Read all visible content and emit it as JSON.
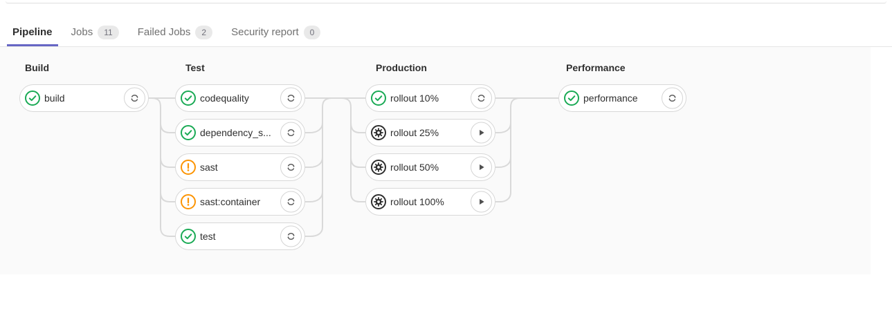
{
  "tabs": {
    "items": [
      {
        "label": "Pipeline",
        "active": true
      },
      {
        "label": "Jobs",
        "badge": "11"
      },
      {
        "label": "Failed Jobs",
        "badge": "2"
      },
      {
        "label": "Security report",
        "badge": "0"
      }
    ]
  },
  "colors": {
    "accent_indigo": "#6666c4",
    "success_green": "#1aaa55",
    "warning_orange": "#fc9403",
    "manual_dark": "#2e2e2e",
    "connector_gray": "#d9d9d9"
  },
  "pipeline": {
    "stages": [
      {
        "name": "Build",
        "jobs": [
          {
            "label": "build",
            "status": "success",
            "action": "retry"
          }
        ]
      },
      {
        "name": "Test",
        "jobs": [
          {
            "label": "codequality",
            "status": "success",
            "action": "retry"
          },
          {
            "label": "dependency_s...",
            "status": "success",
            "action": "retry"
          },
          {
            "label": "sast",
            "status": "warning",
            "action": "retry"
          },
          {
            "label": "sast:container",
            "status": "warning",
            "action": "retry"
          },
          {
            "label": "test",
            "status": "success",
            "action": "retry"
          }
        ]
      },
      {
        "name": "Production",
        "jobs": [
          {
            "label": "rollout 10%",
            "status": "success",
            "action": "retry"
          },
          {
            "label": "rollout 25%",
            "status": "manual",
            "action": "play"
          },
          {
            "label": "rollout 50%",
            "status": "manual",
            "action": "play"
          },
          {
            "label": "rollout 100%",
            "status": "manual",
            "action": "play"
          }
        ]
      },
      {
        "name": "Performance",
        "jobs": [
          {
            "label": "performance",
            "status": "success",
            "action": "retry"
          }
        ]
      }
    ]
  }
}
